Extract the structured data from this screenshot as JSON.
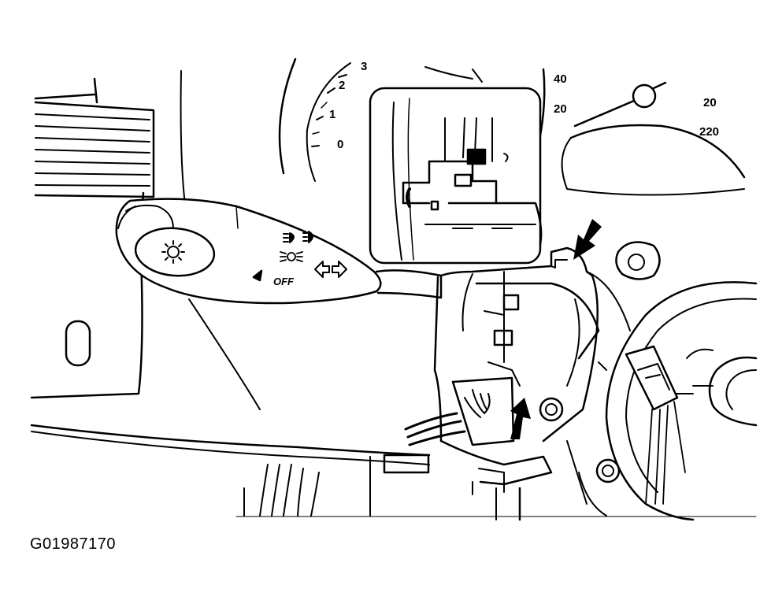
{
  "figure_id": "G01987170",
  "gauges": {
    "tach_ticks": [
      "3",
      "2",
      "1",
      "0"
    ],
    "speed_ticks": [
      "40",
      "20",
      "20",
      "220"
    ]
  },
  "switch": {
    "off_label": "OFF"
  },
  "colors": {
    "ink": "#000000",
    "paper": "#ffffff"
  },
  "icons": [
    "headlamp-icon",
    "fog-lamp-icon",
    "parking-lamp-icon",
    "turn-signal-arrows-icon",
    "light-sun-icon"
  ]
}
